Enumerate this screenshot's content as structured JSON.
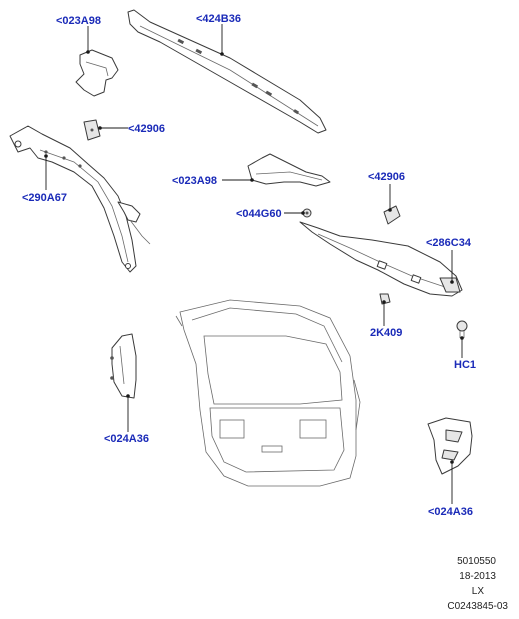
{
  "colors": {
    "callout": "#1a2ab8",
    "line": "#3a3a3a",
    "background": "#ffffff"
  },
  "callouts": {
    "c023A98_top": "<023A98",
    "c424B36": "<424B36",
    "c42906_left": "<42906",
    "c290A67": "<290A67",
    "c023A98_mid": "<023A98",
    "c42906_right": "<42906",
    "c044G60": "<044G60",
    "c286C34": "<286C34",
    "c2K409": "2K409",
    "cHC1": "HC1",
    "c024A36_left": "<024A36",
    "c024A36_right": "<024A36"
  },
  "reference": {
    "line1": "5010550",
    "line2": "18-2013",
    "line3": "LX",
    "line4": "C0243845-03"
  }
}
